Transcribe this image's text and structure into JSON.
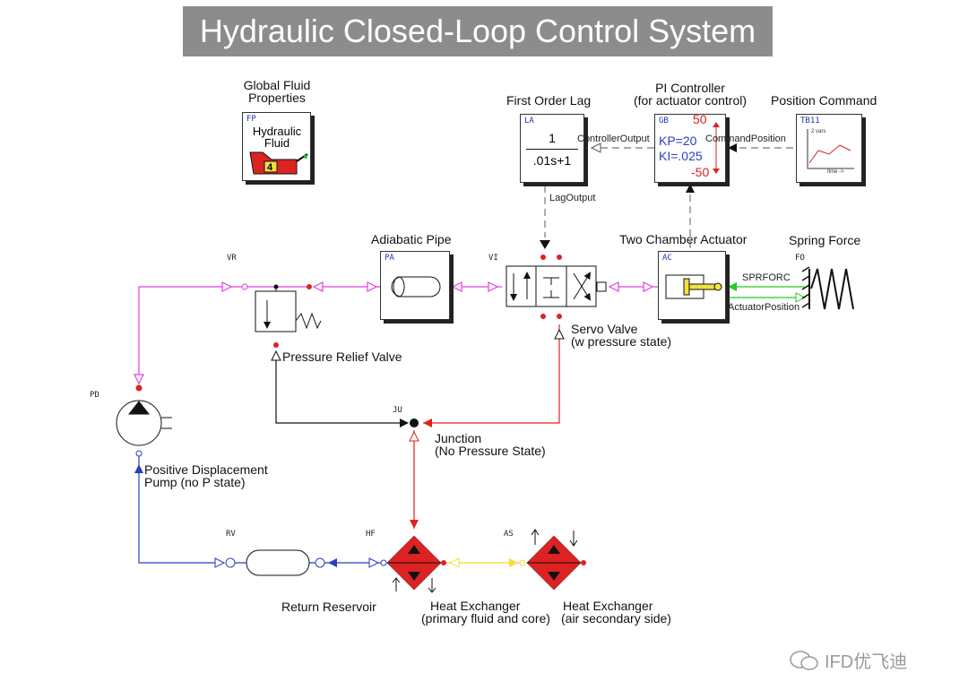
{
  "title": "Hydraulic Closed-Loop Control System",
  "components": {
    "global_fluid": {
      "tag": "FP",
      "label_line1": "Global Fluid",
      "label_line2": "Properties",
      "icon_text_1": "Hydraulic",
      "icon_text_2": "Fluid",
      "index": "4"
    },
    "first_order_lag": {
      "tag": "LA",
      "label": "First Order Lag",
      "numerator": "1",
      "denominator": ".01s+1",
      "output_signal": "LagOutput"
    },
    "pi_controller": {
      "tag": "GB",
      "label_line1": "PI Controller",
      "label_line2": "(for actuator control)",
      "kp": "KP=20",
      "ki": "KI=.025",
      "upper_limit": "50",
      "lower_limit": "-50",
      "output_signal": "ControllerOutput"
    },
    "position_command": {
      "tag": "TB11",
      "label": "Position Command",
      "signal": "CommandPosition",
      "inner_label": "2 vars",
      "axis_label": "time ->"
    },
    "adiabatic_pipe": {
      "tag": "PA",
      "label": "Adiabatic Pipe"
    },
    "servo_valve": {
      "tag": "VI",
      "label_line1": "Servo Valve",
      "label_line2": "(w pressure state)"
    },
    "actuator": {
      "tag": "AC",
      "label": "Two Chamber Actuator",
      "output_signal": "ActuatorPosition",
      "force_signal": "SPRFORC"
    },
    "spring": {
      "tag": "FO",
      "label": "Spring Force"
    },
    "relief_valve": {
      "tag": "VR",
      "label": "Pressure Relief Valve"
    },
    "pump": {
      "tag": "PD",
      "label_line1": "Positive Displacement",
      "label_line2": "Pump (no P state)"
    },
    "junction": {
      "tag": "JU",
      "label_line1": "Junction",
      "label_line2": "(No Pressure State)"
    },
    "reservoir": {
      "tag": "RV",
      "label": "Return Reservoir"
    },
    "heat_exchanger_primary": {
      "tag": "HF",
      "label_line1": "Heat Exchanger",
      "label_line2": "(primary fluid and core)"
    },
    "heat_exchanger_secondary": {
      "tag": "AS",
      "label_line1": "Heat Exchanger",
      "label_line2": "(air secondary side)"
    }
  },
  "colors": {
    "magenta": "#e040e0",
    "red": "#dd2222",
    "blue": "#2a3fbf",
    "yellow": "#f0e040",
    "green": "#22cc22",
    "gray_dash": "#777777"
  },
  "watermark": "IFD优飞迪"
}
